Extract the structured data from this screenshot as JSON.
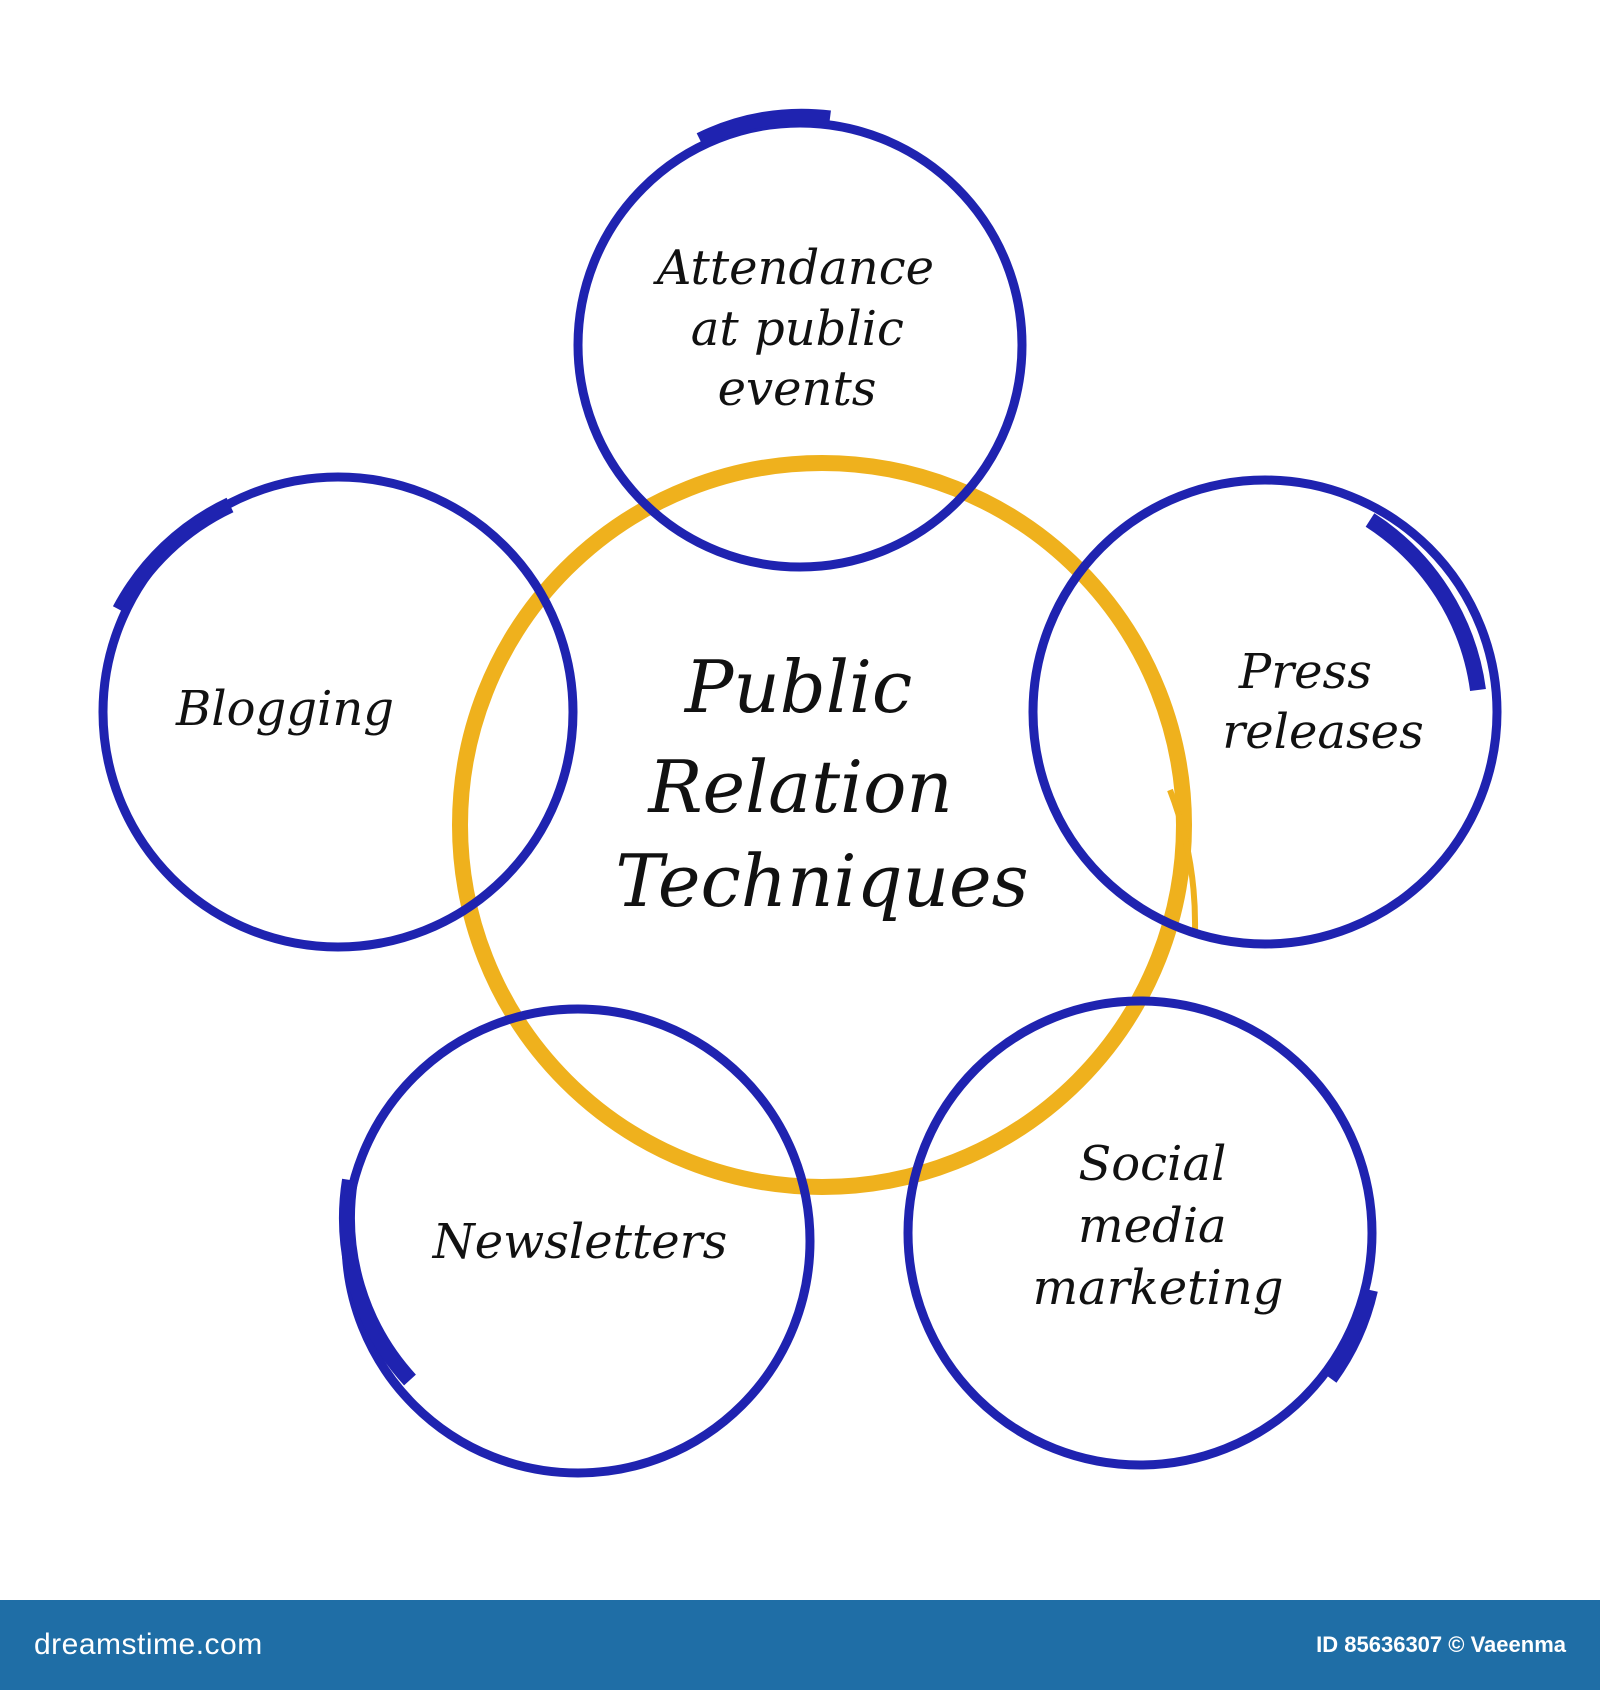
{
  "diagram": {
    "center_lines": [
      "Public",
      "Relation",
      "Techniques"
    ],
    "nodes": {
      "top": [
        "Attendance",
        "at public",
        "events"
      ],
      "left": [
        "Blogging"
      ],
      "right": [
        "Press",
        "releases"
      ],
      "bottom_left": [
        "Newsletters"
      ],
      "bottom_right": [
        "Social",
        "media",
        "marketing"
      ]
    },
    "colors": {
      "node_ring": "#1f23b0",
      "center_ring": "#efb11d",
      "text": "#111111"
    }
  },
  "footer": {
    "logo": "dreamstime.com",
    "stock_id": "ID 85636307 © Vaeenma",
    "background": "#1f6ea6"
  }
}
